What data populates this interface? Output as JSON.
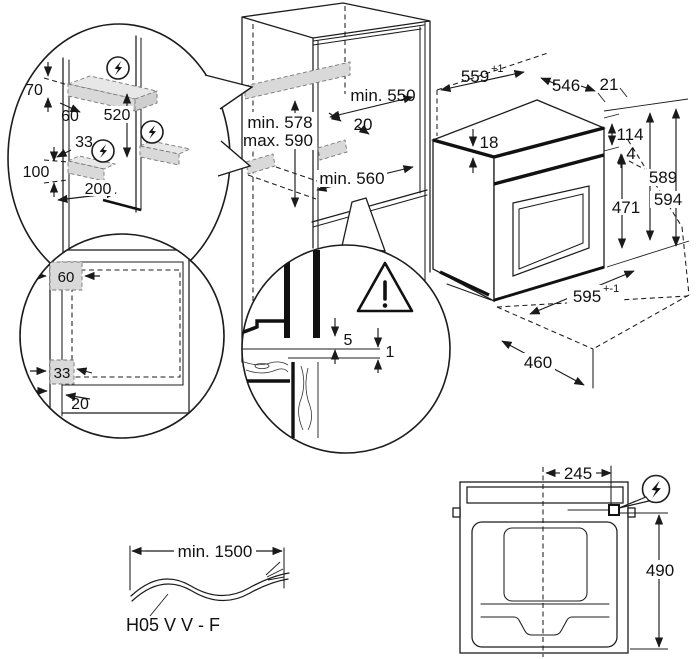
{
  "diagram": {
    "title": "built-in oven installation drawing",
    "colors": {
      "line": "#1c1c1c",
      "zone_fill": "#d9d9d9",
      "background": "#ffffff"
    },
    "wall_detail": {
      "d70": "70",
      "d60": "60",
      "d520": "520",
      "d33": "33",
      "d100": "100",
      "d200": "200"
    },
    "cabinet": {
      "min550": "min. 550",
      "d20": "20",
      "min578": "min. 578",
      "max590": "max. 590",
      "min560": "min. 560"
    },
    "oven": {
      "d559": "559",
      "d559_tol": "+1",
      "d546": "546",
      "d21": "21",
      "d18": "18",
      "d114": "114",
      "d4": "4",
      "d471": "471",
      "d589": "589",
      "d594": "594",
      "d595": "595",
      "d595_tol": "+-1",
      "d460": "460"
    },
    "corner_detail": {
      "d60": "60",
      "d33": "33",
      "d20": "20"
    },
    "gap_detail": {
      "d5": "5",
      "d1": "1"
    },
    "cable": {
      "length": "min. 1500",
      "type": "H05 V V - F"
    },
    "top_view": {
      "d245": "245",
      "d490": "490"
    },
    "icons": {
      "power": "lightning-bolt-in-circle",
      "warning": "exclamation-triangle"
    }
  }
}
